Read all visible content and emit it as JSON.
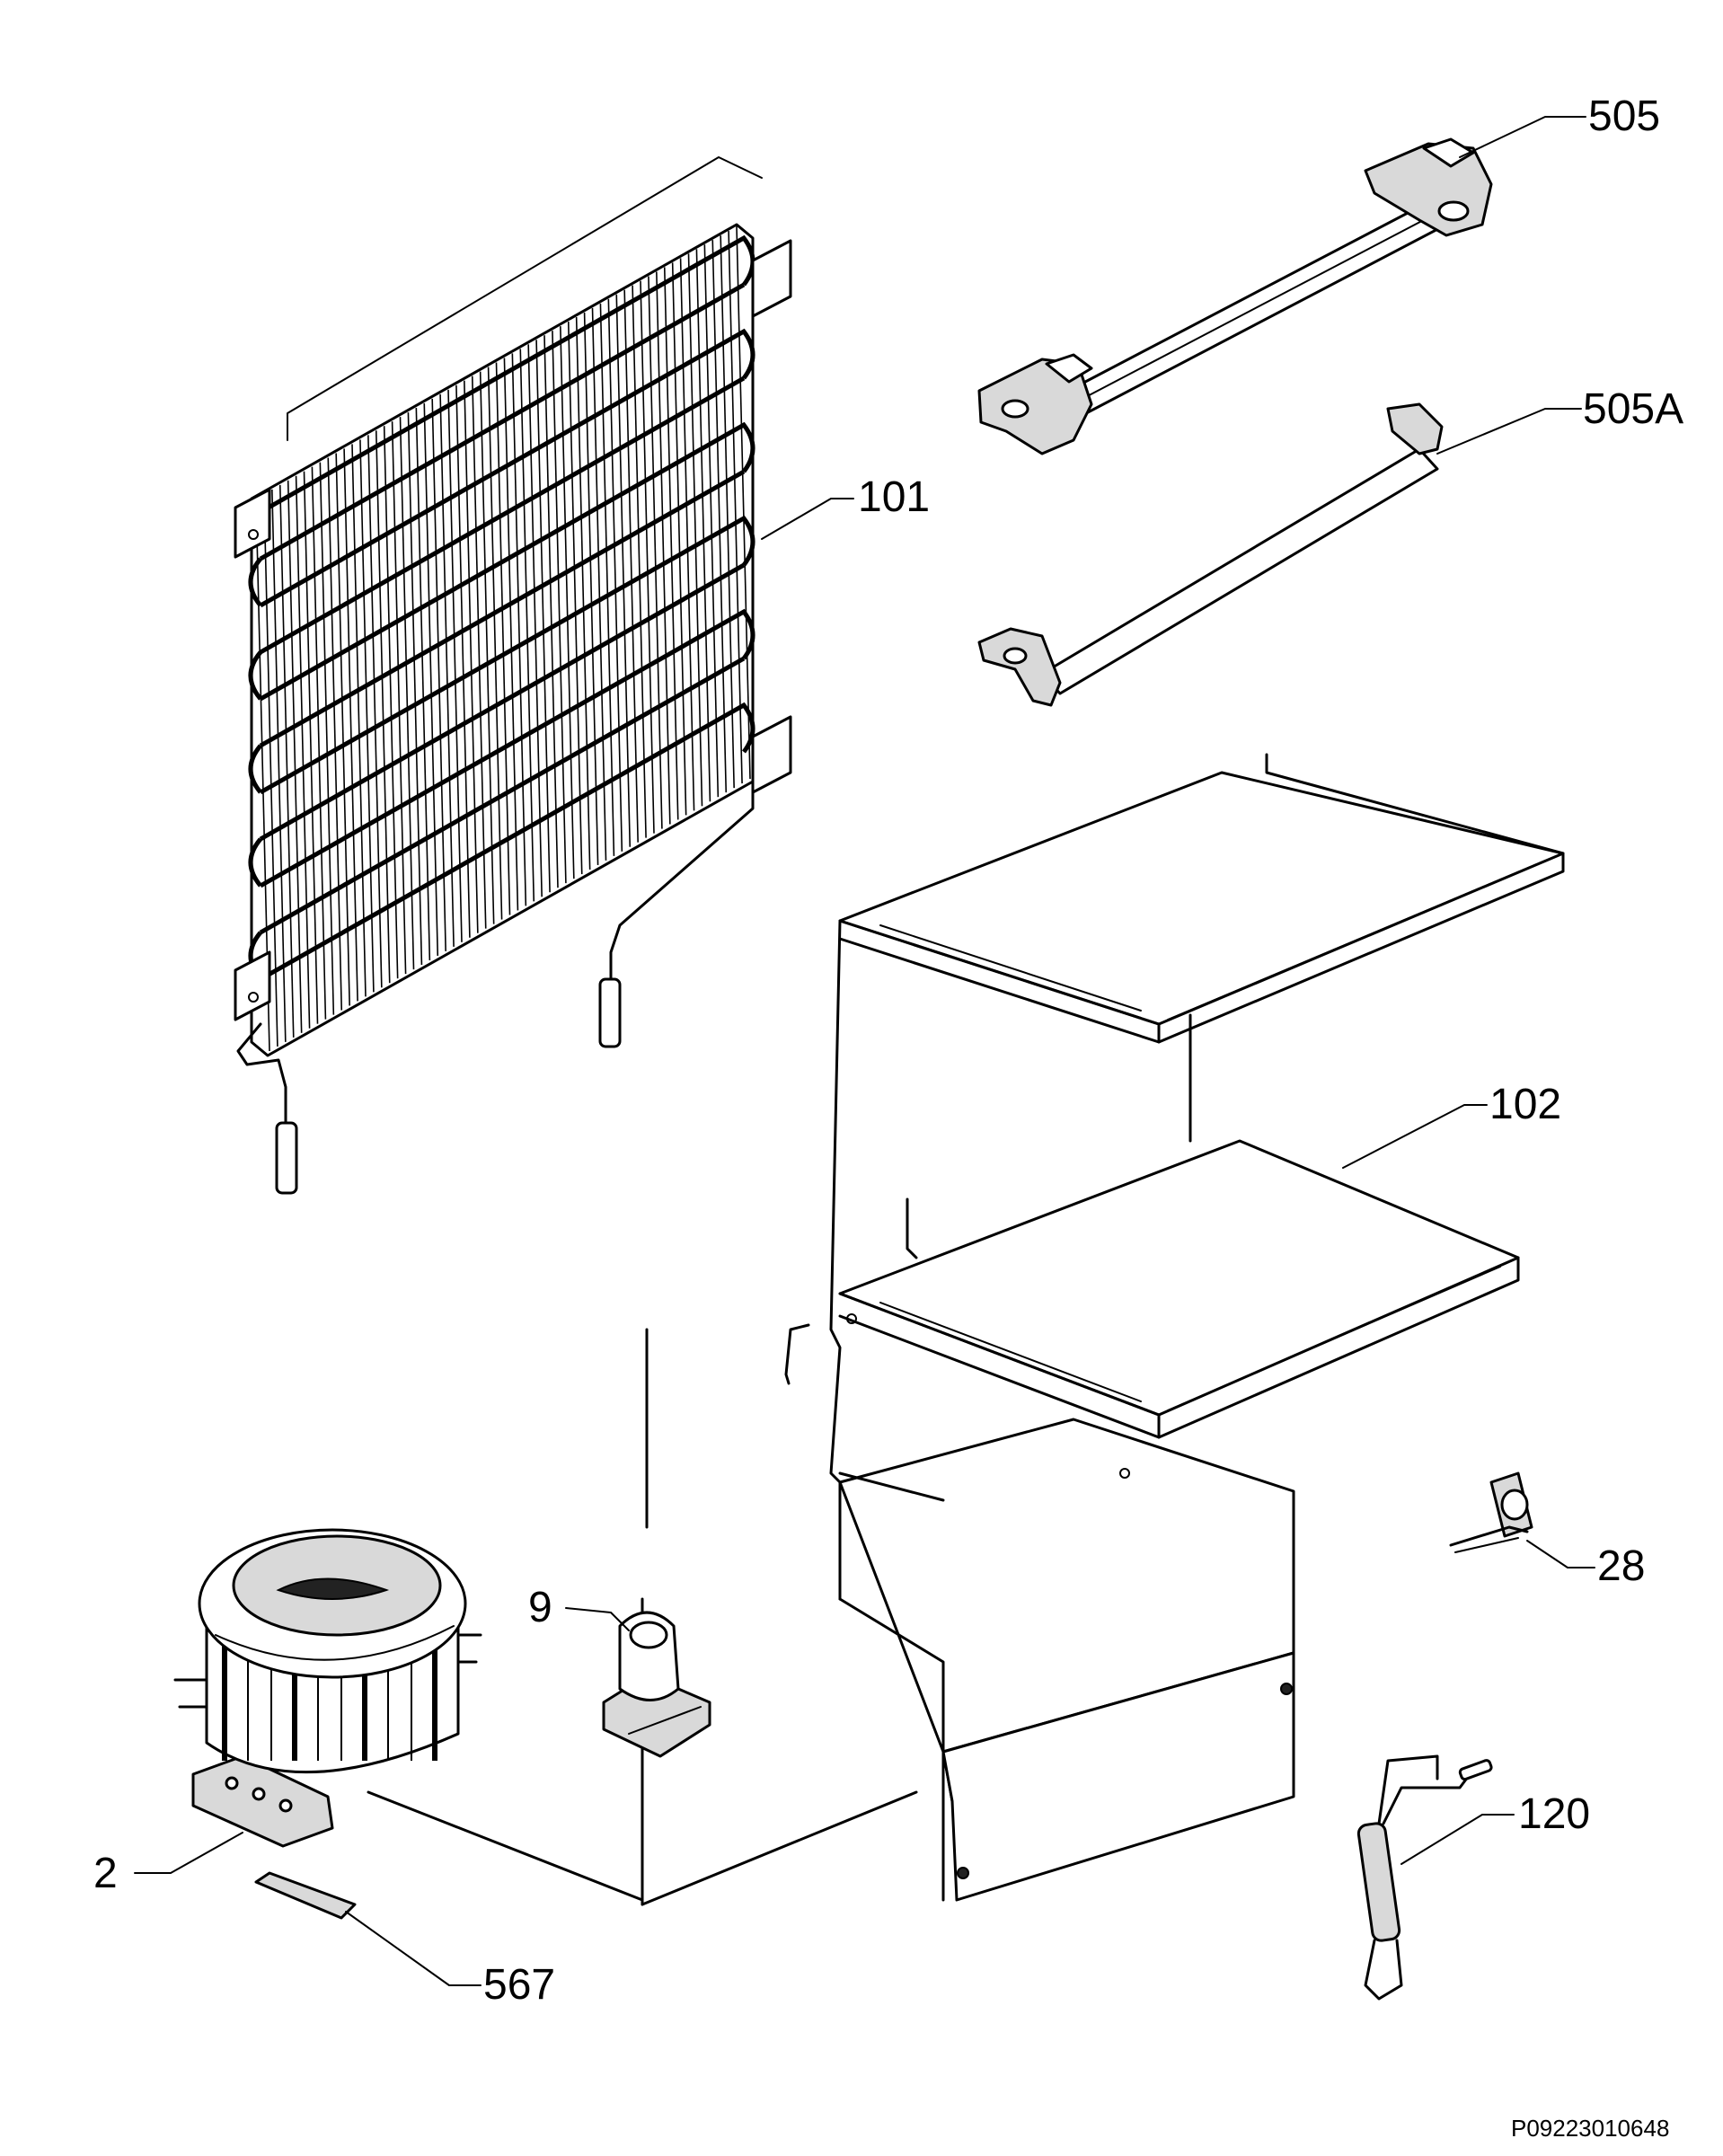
{
  "diagram": {
    "labels": {
      "p505": "505",
      "p505a": "505A",
      "p101": "101",
      "p102": "102",
      "p28": "28",
      "p9": "9",
      "p2": "2",
      "p120": "120",
      "p567": "567"
    },
    "drawing_code": "P09223010648"
  }
}
